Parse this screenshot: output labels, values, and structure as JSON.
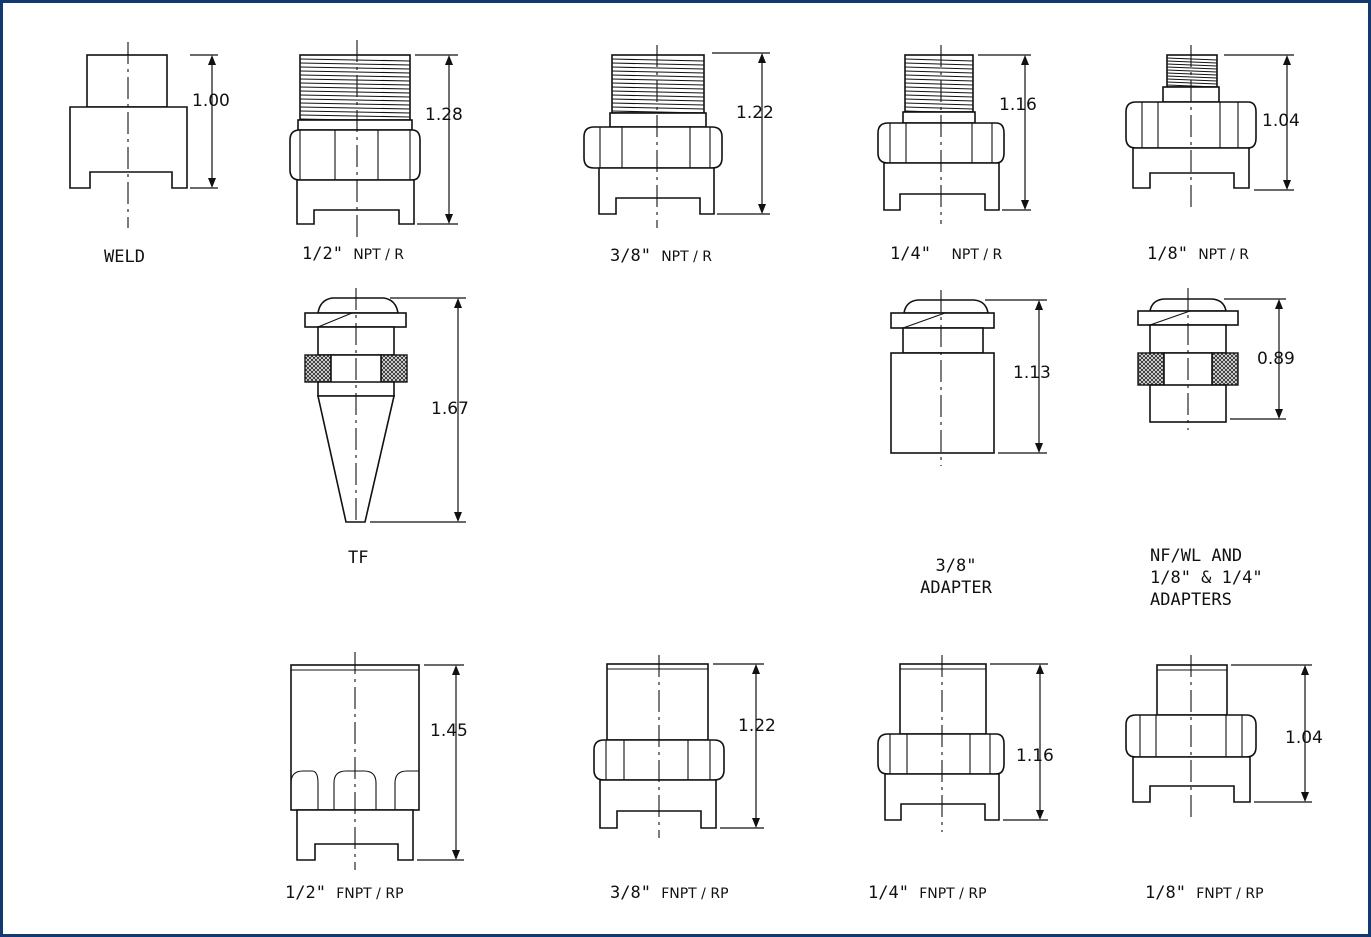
{
  "colors": {
    "frame": "#123a6e",
    "ink": "#111111",
    "knurl": "#444444"
  },
  "parts": {
    "weld": {
      "label": "WELD",
      "dim": "1.00"
    },
    "npt_half": {
      "size": "1/2\"",
      "type": "NPT / R",
      "dim": "1.28"
    },
    "npt_3_8": {
      "size": "3/8\"",
      "type": "NPT / R",
      "dim": "1.22"
    },
    "npt_quarter": {
      "size": "1/4\"",
      "type": "NPT / R",
      "dim": "1.16"
    },
    "npt_eighth": {
      "size": "1/8\"",
      "type": "NPT / R",
      "dim": "1.04"
    },
    "tf": {
      "label": "TF",
      "dim": "1.67"
    },
    "adapter_3_8": {
      "line1": "3/8\"",
      "line2": "ADAPTER",
      "dim": "1.13"
    },
    "nfwl": {
      "line1": "NF/WL AND",
      "line2": "1/8\" & 1/4\"",
      "line3": "ADAPTERS",
      "dim": "0.89"
    },
    "fnpt_half": {
      "size": "1/2\"",
      "type": "FNPT / RP",
      "dim": "1.45"
    },
    "fnpt_3_8": {
      "size": "3/8\"",
      "type": "FNPT / RP",
      "dim": "1.22"
    },
    "fnpt_quarter": {
      "size": "1/4\"",
      "type": "FNPT / RP",
      "dim": "1.16"
    },
    "fnpt_eighth": {
      "size": "1/8\"",
      "type": "FNPT / RP",
      "dim": "1.04"
    }
  }
}
